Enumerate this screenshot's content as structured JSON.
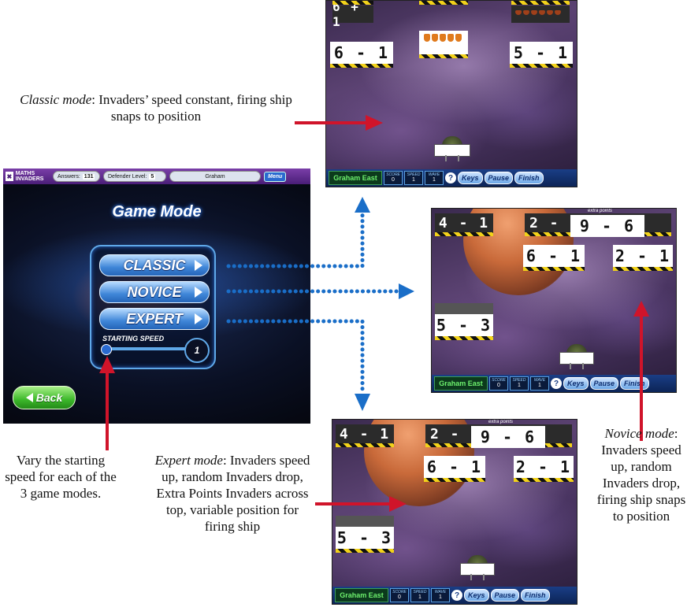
{
  "colors": {
    "arrow_red": "#d0142a",
    "dots_blue": "#1a6ec8"
  },
  "main_screen": {
    "logo": "MATHS INVADERS",
    "answers_label": "Answers:",
    "answers_value": "131",
    "defender_label": "Defender Level:",
    "defender_value": "5",
    "player": "Graham",
    "menu": "Menu",
    "title": "Game Mode",
    "modes": [
      "CLASSIC",
      "NOVICE",
      "EXPERT"
    ],
    "speed_label": "STARTING SPEED",
    "speed_value": "1",
    "back": "Back"
  },
  "classic_screen": {
    "top_left_eq": "6 + 1",
    "left_eq": "6 - 1",
    "right_eq": "5 - 1"
  },
  "novice_screen": {
    "top_left_eq": "4 - 1",
    "top_right_eq": "2 - 2",
    "extra_label": "extra points",
    "extra_eq": "9 - 6",
    "mid_left_eq": "6 - 1",
    "mid_right_eq": "2 - 1",
    "low_left_eq": "5 - 3"
  },
  "expert_screen": {
    "top_left_eq": "4 - 1",
    "top_right_eq": "2 - 2",
    "extra_label": "extra points",
    "extra_eq": "9 - 6",
    "mid_left_eq": "6 - 1",
    "mid_right_eq": "2 - 1",
    "low_left_eq": "5 - 3"
  },
  "hud": {
    "name": "Graham East",
    "score_label": "SCORE",
    "score": "0",
    "speed_label": "SPEED",
    "speed": "1",
    "wave_label": "WAVE",
    "wave": "1",
    "help": "?",
    "keys": "Keys",
    "pause": "Pause",
    "finish": "Finish"
  },
  "notes": {
    "classic_title": "Classic mode",
    "classic_text": ": Invaders’ speed constant, firing ship snaps to position",
    "speed_text": "Vary the starting speed for each of the 3 game modes.",
    "expert_title": "Expert mode",
    "expert_text": ": Invaders speed up, random Invaders drop, Extra Points Invaders across top, variable position for firing ship",
    "novice_title": "Novice mode",
    "novice_text": ": Invaders speed up, random Invaders drop, firing ship snaps to position"
  }
}
